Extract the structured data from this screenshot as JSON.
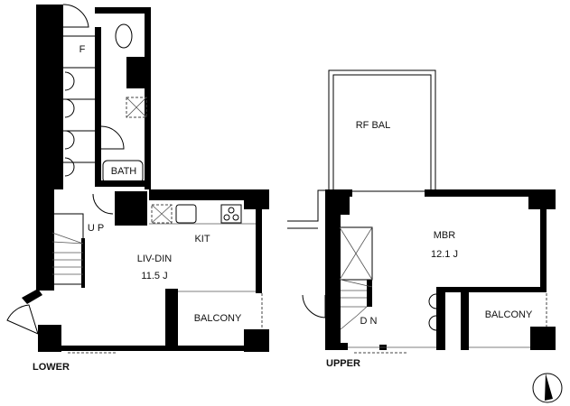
{
  "plan": {
    "lower": {
      "caption": "LOWER",
      "rooms": {
        "closet": "F",
        "bath": "BATH",
        "stairs": "U P",
        "kitchen": "KIT",
        "living": "LIV-DIN",
        "living_size": "11.5 J",
        "balcony": "BALCONY"
      }
    },
    "upper": {
      "caption": "UPPER",
      "rooms": {
        "roof_balcony": "RF BAL",
        "bedroom": "MBR",
        "bedroom_size": "12.1 J",
        "stairs": "D N",
        "balcony": "BALCONY"
      }
    },
    "compass": "north-arrow-icon"
  }
}
